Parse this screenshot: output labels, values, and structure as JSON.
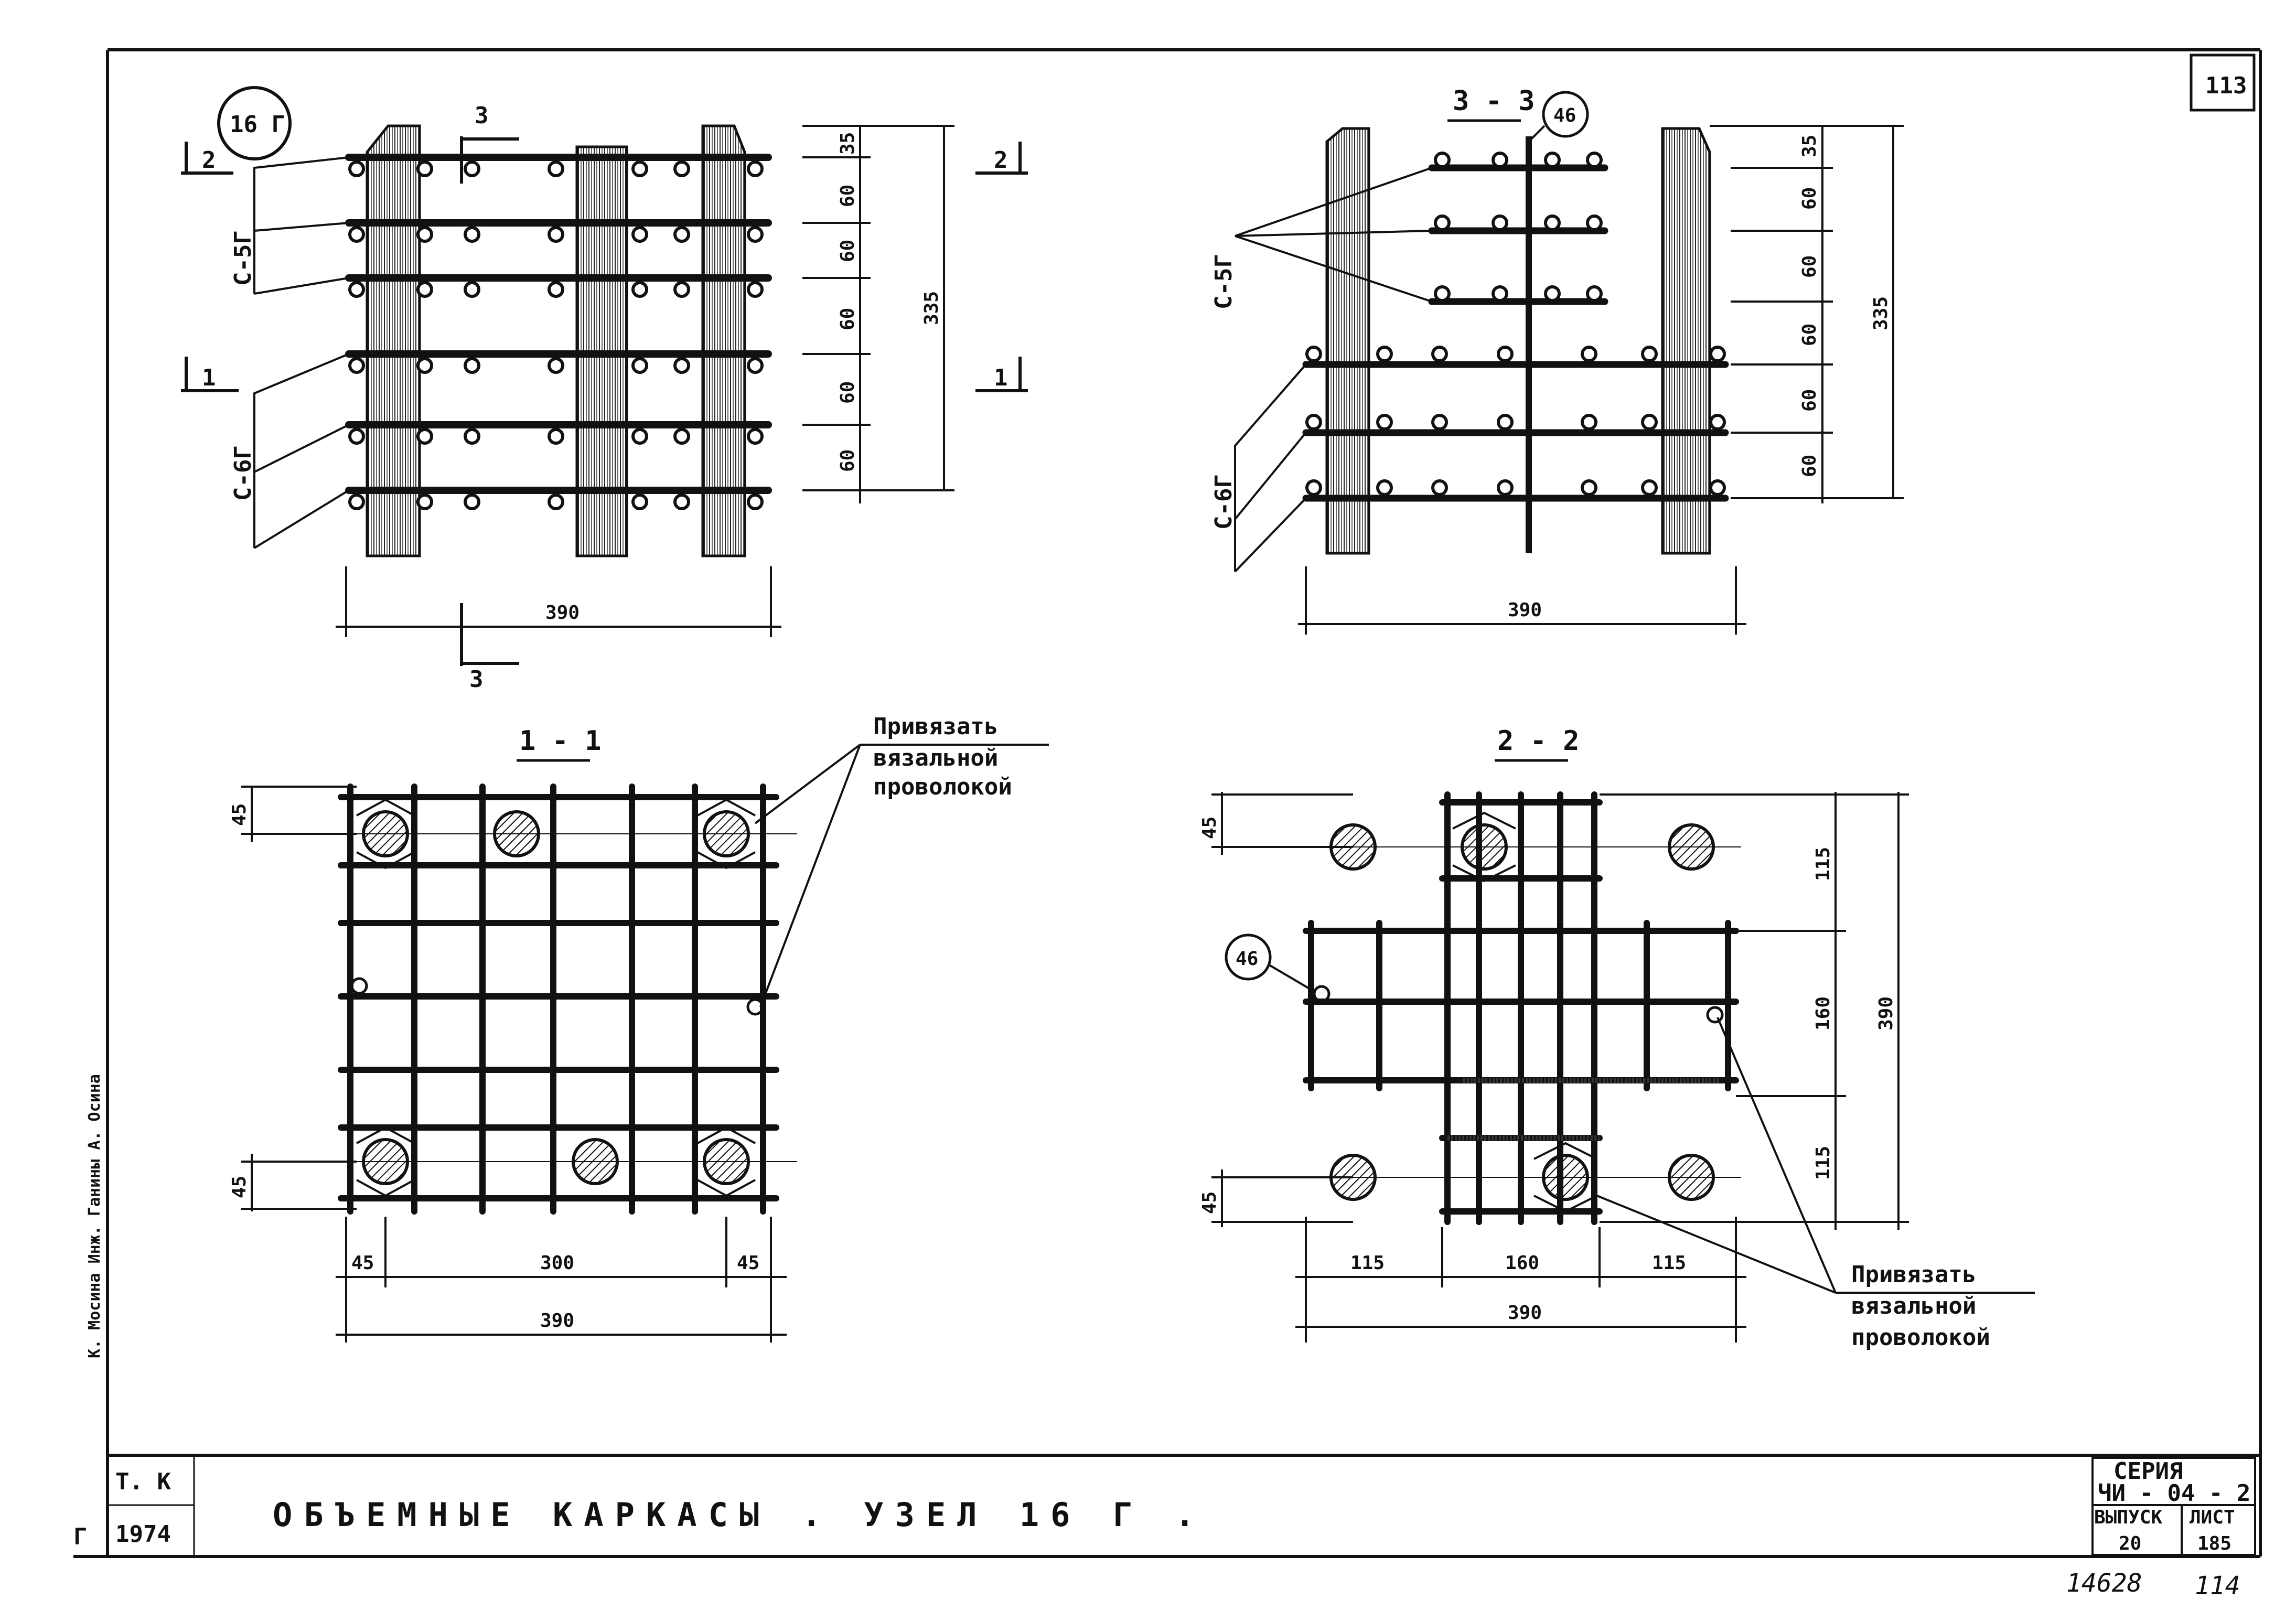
{
  "sheet": {
    "sheet_number": "113",
    "node_label": "16 Г",
    "node_ref": "46"
  },
  "elevation_left": {
    "section_3_label": "3",
    "section_2_label": "2",
    "section_1_label": "1",
    "mark_c5": "С-5Г",
    "mark_c6": "С-6Г",
    "dims_vertical": [
      "35",
      "60",
      "60",
      "60",
      "60",
      "60"
    ],
    "dim_total_height": "335",
    "dim_width": "390"
  },
  "section_3_3": {
    "title": "3 - 3",
    "callout": "46",
    "mark_c5": "С-5Г",
    "mark_c6": "С-6Г",
    "dims_vertical": [
      "35",
      "60",
      "60",
      "60",
      "60",
      "60"
    ],
    "dim_total_height": "335",
    "dim_width": "390"
  },
  "section_1_1": {
    "title": "1 - 1",
    "note_line1": "Привязать",
    "note_line2": "вязальной",
    "note_line3": "проволокой",
    "dim_top_left": "45",
    "dim_bottom_left": "45",
    "dims_bottom": [
      "45",
      "300",
      "45"
    ],
    "dim_total": "390"
  },
  "section_2_2": {
    "title": "2 - 2",
    "callout": "46",
    "note_line1": "Привязать",
    "note_line2": "вязальной",
    "note_line3": "проволокой",
    "dim_top_left": "45",
    "dim_bottom_left": "45",
    "dims_right": [
      "115",
      "160",
      "115"
    ],
    "dim_right_total": "390",
    "dims_bottom": [
      "115",
      "160",
      "115"
    ],
    "dim_total": "390"
  },
  "title_block": {
    "org": "Т. К",
    "year": "1974",
    "title": "ОБЪЕМНЫЕ КАРКАСЫ . УЗЕЛ 16 Г .",
    "series_label": "СЕРИЯ",
    "series_value": "ЧИ - 04 - 2",
    "issue_label": "ВЫПУСК",
    "issue_value": "20",
    "sheet_label": "ЛИСТ",
    "sheet_value": "185",
    "handwritten_left": "14628",
    "handwritten_right": "114",
    "corner_mark": "Г"
  },
  "side_strip": {
    "text": "К. Мосина Инж. Ганины А. Осина"
  }
}
